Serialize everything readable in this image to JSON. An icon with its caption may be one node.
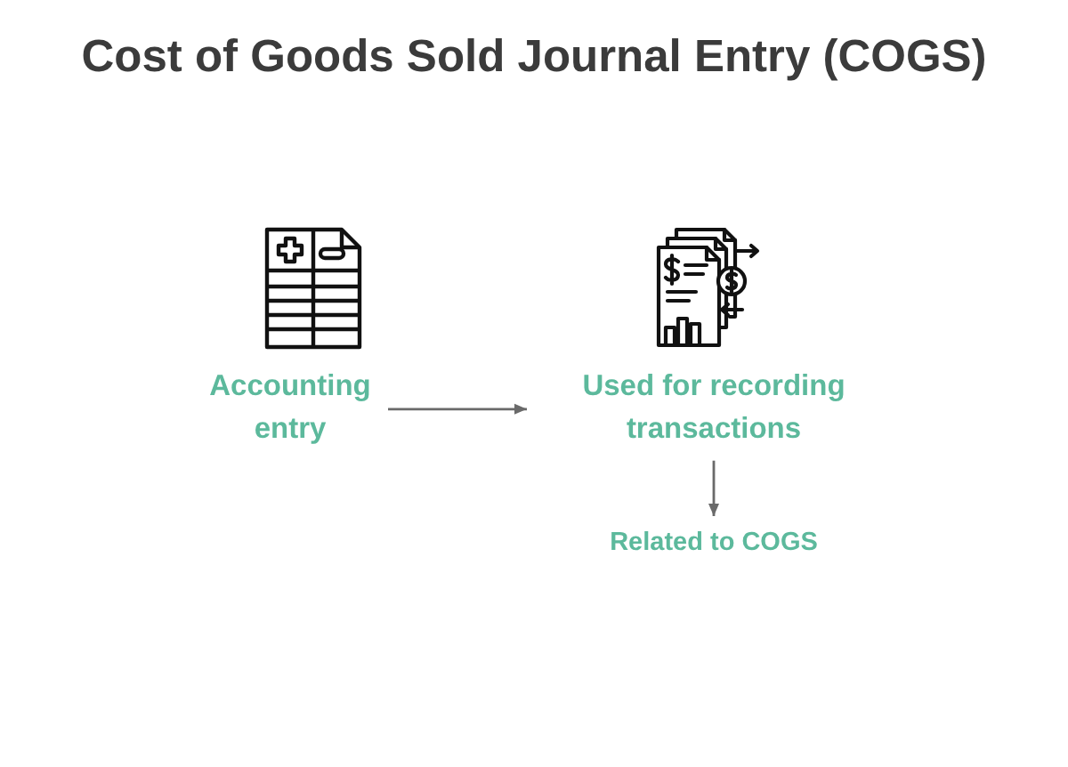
{
  "diagram": {
    "title": "Cost of Goods Sold Journal Entry (COGS)",
    "nodes": [
      {
        "text": [
          "Accounting entry"
        ]
      },
      {
        "text": [
          "Used for recording transactions"
        ]
      },
      {
        "text": [
          "Related to COGS"
        ]
      }
    ],
    "edges": [
      {
        "from": 0,
        "to": 1,
        "arrow": "to"
      },
      {
        "from": 1,
        "to": 2,
        "arrow": "to"
      }
    ]
  }
}
